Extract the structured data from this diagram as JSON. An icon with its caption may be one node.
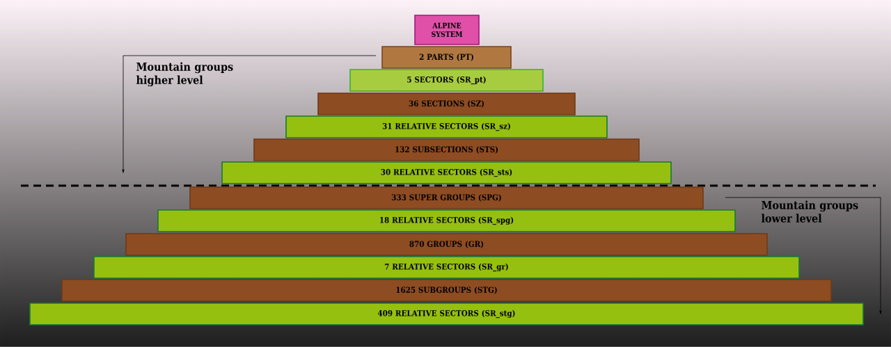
{
  "diagram": {
    "nodes": [
      {
        "text": [
          "ALPINE SYSTEM"
        ]
      },
      {
        "text": [
          "2 PARTS (PT)"
        ]
      },
      {
        "text": [
          "5 SECTORS (SR_pt)"
        ]
      },
      {
        "text": [
          "36 SECTIONS (SZ)"
        ]
      },
      {
        "text": [
          "31 RELATIVE SECTORS (SR_sz)"
        ]
      },
      {
        "text": [
          "132 SUBSECTIONS (STS)"
        ]
      },
      {
        "text": [
          "30 RELATIVE SECTORS (SR_sts)"
        ]
      },
      {
        "text": [
          "333 SUPER GROUPS (SPG)"
        ]
      },
      {
        "text": [
          "18 RELATIVE SECTORS (SR_spg)"
        ]
      },
      {
        "text": [
          "870 GROUPS (GR)"
        ]
      },
      {
        "text": [
          "7 RELATIVE SECTORS (SR_gr)"
        ]
      },
      {
        "text": [
          "1625 SUBGROUPS (STG)"
        ]
      },
      {
        "text": [
          "409 RELATIVE SECTORS (SR_stg)"
        ]
      }
    ],
    "labels": [
      "Mountain groups higher level",
      "Mountain groups lower level"
    ]
  }
}
